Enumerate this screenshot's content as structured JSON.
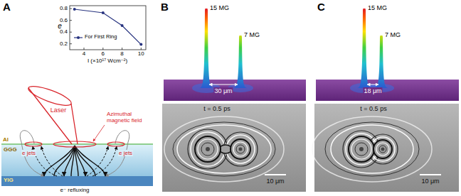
{
  "diagram": {
    "nodes": [
      {
        "text": [
          "GGG"
        ]
      },
      {
        "text": [
          "YIG"
        ]
      }
    ],
    "labels": [
      "A",
      "B",
      "C",
      "e",
      "0.8",
      "0.6",
      "0.4",
      "0.2",
      "4",
      "6",
      "8",
      "10",
      "I (×10¹⁷ Wcm⁻²)",
      "Laser",
      "Azimuthal magnetic field",
      "Al",
      "e jets",
      "e jets",
      "e⁻ refluxing",
      "15 MG",
      "7 MG",
      "30 μm",
      "t = 0.5 ps",
      "10 μm",
      "15 MG",
      "7 MG",
      "18 μm",
      "t = 0.5 ps",
      "10 μm"
    ],
    "legend": [
      {
        "text": "For First Ring"
      }
    ]
  }
}
